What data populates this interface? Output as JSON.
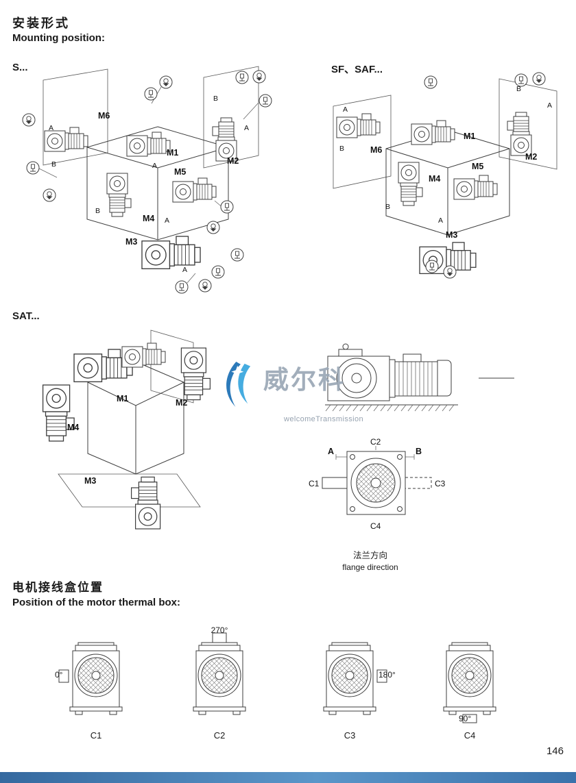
{
  "page": {
    "title_cn": "安装形式",
    "title_en": "Mounting position:",
    "page_number": "146"
  },
  "ab": {
    "a": "A",
    "b": "B"
  },
  "sections": {
    "s": {
      "label": "S...",
      "positions": [
        "M1",
        "M2",
        "M3",
        "M4",
        "M5",
        "M6"
      ]
    },
    "sf": {
      "label": "SF、SAF...",
      "positions": [
        "M1",
        "M2",
        "M3",
        "M4",
        "M5",
        "M6"
      ]
    },
    "sat": {
      "label": "SAT...",
      "positions": [
        "M1",
        "M2",
        "M3",
        "M4"
      ]
    }
  },
  "flange": {
    "caption_cn": "法兰方向",
    "caption_en": "flange direction",
    "left": "C1",
    "top": "C2",
    "right": "C3",
    "bottom": "C4",
    "corner_left": "A",
    "corner_right": "B"
  },
  "thermal": {
    "title_cn": "电机接线盒位置",
    "title_en": "Position of the motor thermal box:",
    "items": [
      {
        "label": "C1",
        "angle": "0°"
      },
      {
        "label": "C2",
        "angle": "270°"
      },
      {
        "label": "C3",
        "angle": "180°"
      },
      {
        "label": "C4",
        "angle": "90°"
      }
    ]
  },
  "watermark": {
    "brand_cn": "威尔科",
    "brand_en": "welcomeTransmission"
  }
}
